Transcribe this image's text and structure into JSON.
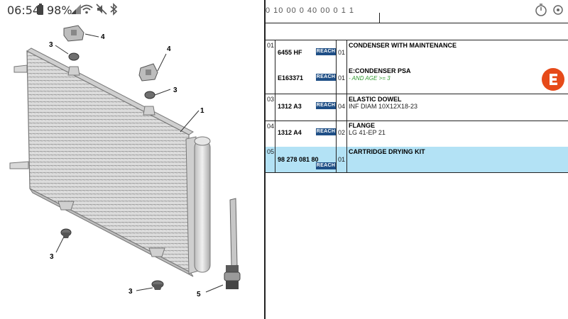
{
  "status_bar": {
    "time": "06:54",
    "battery": "98%"
  },
  "diagram": {
    "callouts": [
      "1",
      "3",
      "3",
      "3",
      "3",
      "4",
      "4",
      "5"
    ]
  },
  "table": {
    "partial_header": "0 10 00 0 40 00 0 1 1",
    "rows": [
      {
        "num": "01",
        "lines": [
          {
            "ref": "6455 HF",
            "badge": "REACH",
            "qty": "01"
          },
          {
            "ref": "E163371",
            "badge": "REACH",
            "qty": "01"
          }
        ],
        "title": "CONDENSER WITH MAINTENANCE",
        "title2": "E:CONDENSER PSA",
        "note": "- AND AGE >= 3"
      },
      {
        "num": "03",
        "ref": "1312 A3",
        "badge": "REACH",
        "qty": "04",
        "title": "ELASTIC DOWEL",
        "desc": "INF DIAM 10X12X18-23"
      },
      {
        "num": "04",
        "ref": "1312 A4",
        "badge": "REACH",
        "qty": "02",
        "title": "FLANGE",
        "desc": "LG 41-EP 21"
      },
      {
        "num": "05",
        "ref": "98 278 081 80",
        "badge": "REACH",
        "qty": "01",
        "title": "CARTRIDGE DRYING KIT"
      }
    ]
  },
  "colors": {
    "selected_row": "#b3e2f5",
    "reach_badge": "#1f4f86",
    "note_green": "#2f9a2f",
    "logo_orange": "#e64a19"
  }
}
